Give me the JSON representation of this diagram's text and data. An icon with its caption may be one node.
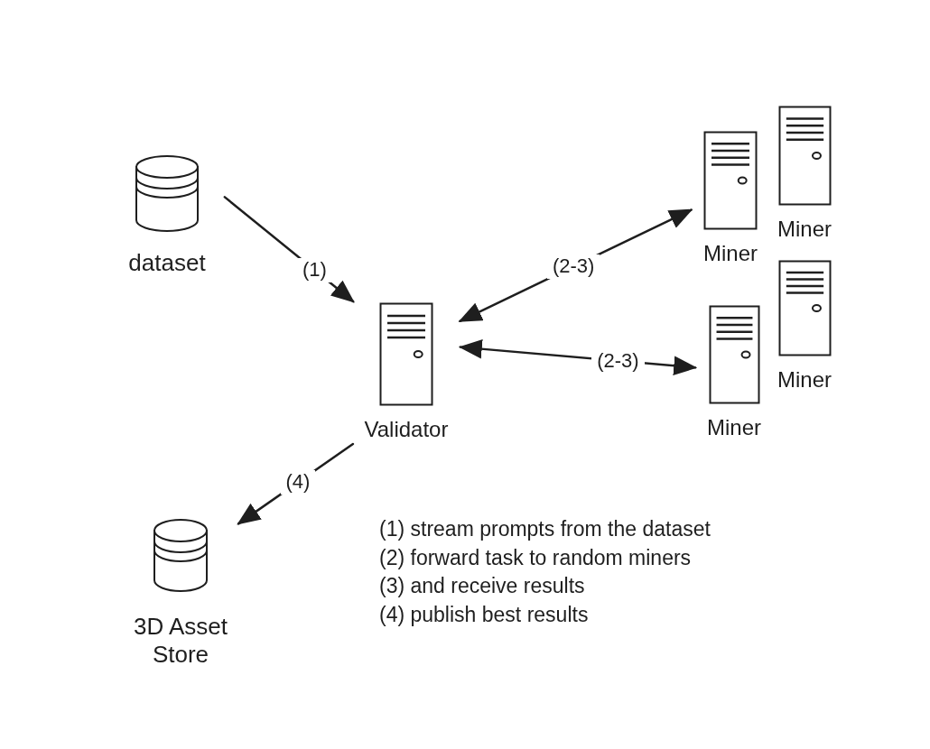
{
  "diagram": {
    "nodes": [
      {
        "text": [
          "dataset"
        ]
      },
      {
        "text": [
          "Validator"
        ]
      },
      {
        "text": [
          "Miner"
        ]
      },
      {
        "text": [
          "Miner"
        ]
      },
      {
        "text": [
          "Miner"
        ]
      },
      {
        "text": [
          "Miner"
        ]
      },
      {
        "text": [
          "3D Asset Store"
        ]
      }
    ],
    "edges": [
      {
        "from": 0,
        "to": 1,
        "arrow": "to",
        "label": "(1)"
      },
      {
        "from": 1,
        "to": 2,
        "arrow": "both",
        "label": "(2-3)"
      },
      {
        "from": 1,
        "to": 4,
        "arrow": "both",
        "label": "(2-3)"
      },
      {
        "from": 1,
        "to": 6,
        "arrow": "to",
        "label": "(4)"
      }
    ],
    "labels": [
      "(1) stream prompts from the dataset",
      "(2) forward task to random miners",
      "(3) and receive results",
      "(4) publish best results"
    ]
  }
}
